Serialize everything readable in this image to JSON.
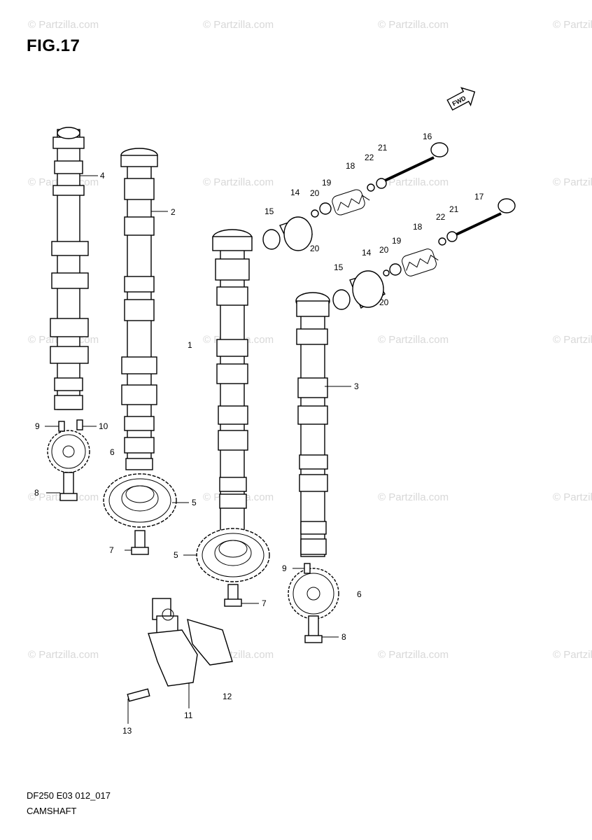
{
  "figure_title": "FIG.17",
  "footer": {
    "code": "DF250 E03 012_017",
    "name": "CAMSHAFT"
  },
  "direction_badge": "FWD",
  "watermarks": [
    "© Partzilla.com",
    "© Partzilla.com",
    "© Partzilla.com",
    "© Partzilla.com",
    "© Partzilla.com",
    "© Partzilla.com",
    "© Partzilla.com",
    "© Partzilla.com",
    "© Partzilla.com",
    "© Partzilla.com",
    "© Partzilla.com",
    "© Partzilla.com",
    "© Partzilla.com",
    "© Partzilla.com",
    "© Partzilla.com",
    "© Partzilla.com",
    "© Partzilla.com",
    "© Partzilla.com",
    "© Partzilla.com",
    "© Partzilla.com"
  ],
  "callouts": [
    "1",
    "2",
    "3",
    "4",
    "5",
    "5",
    "6",
    "6",
    "7",
    "7",
    "8",
    "8",
    "9",
    "9",
    "10",
    "11",
    "12",
    "13",
    "14",
    "14",
    "15",
    "15",
    "16",
    "17",
    "18",
    "18",
    "19",
    "19",
    "20",
    "20",
    "20",
    "20",
    "21",
    "21",
    "22",
    "22"
  ]
}
